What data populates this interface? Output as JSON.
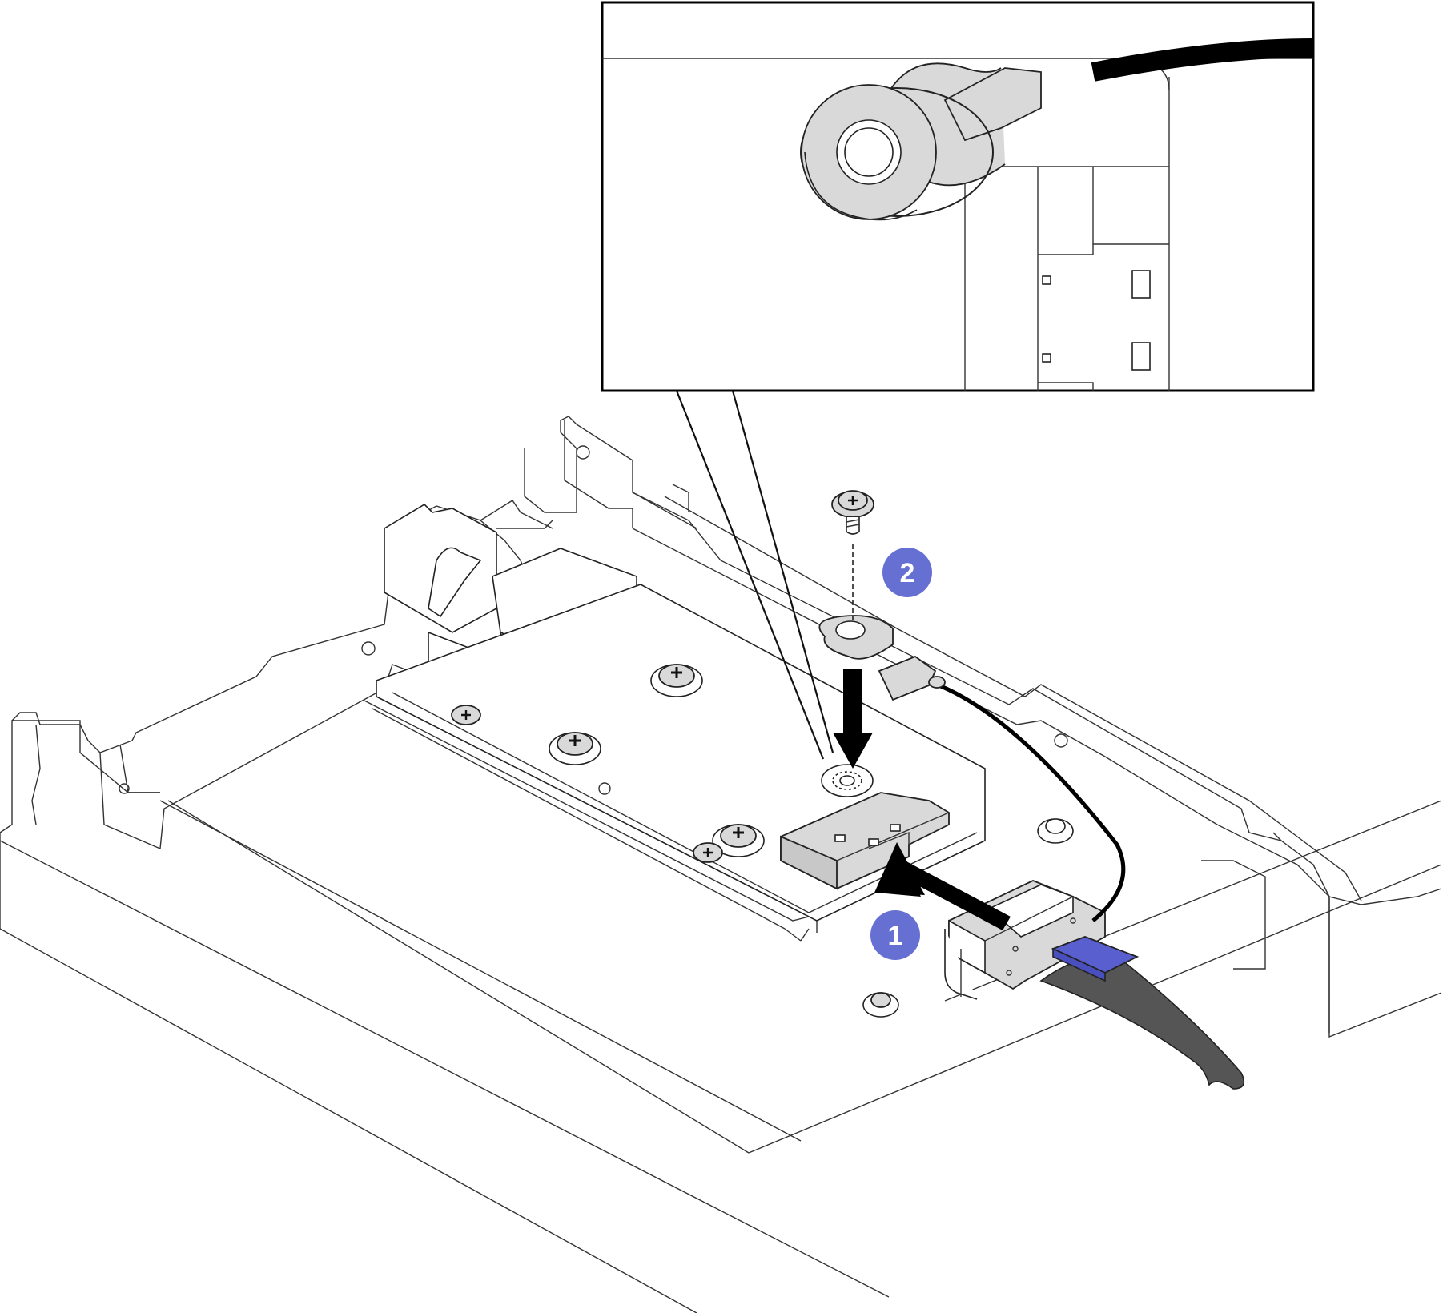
{
  "steps": [
    {
      "number": "1"
    },
    {
      "number": "2"
    }
  ],
  "colors": {
    "callout_badge": "#6670d2",
    "cable_connector_tab": "#5a5fd0",
    "flat_cable": "#555555",
    "part_grey": "#d9d9d9",
    "line": "#222222"
  },
  "icons": {
    "connector_insert_arrow": "arrow-right-up",
    "ground_lug_arrow": "arrow-down",
    "screw": "cross-head-screw"
  }
}
